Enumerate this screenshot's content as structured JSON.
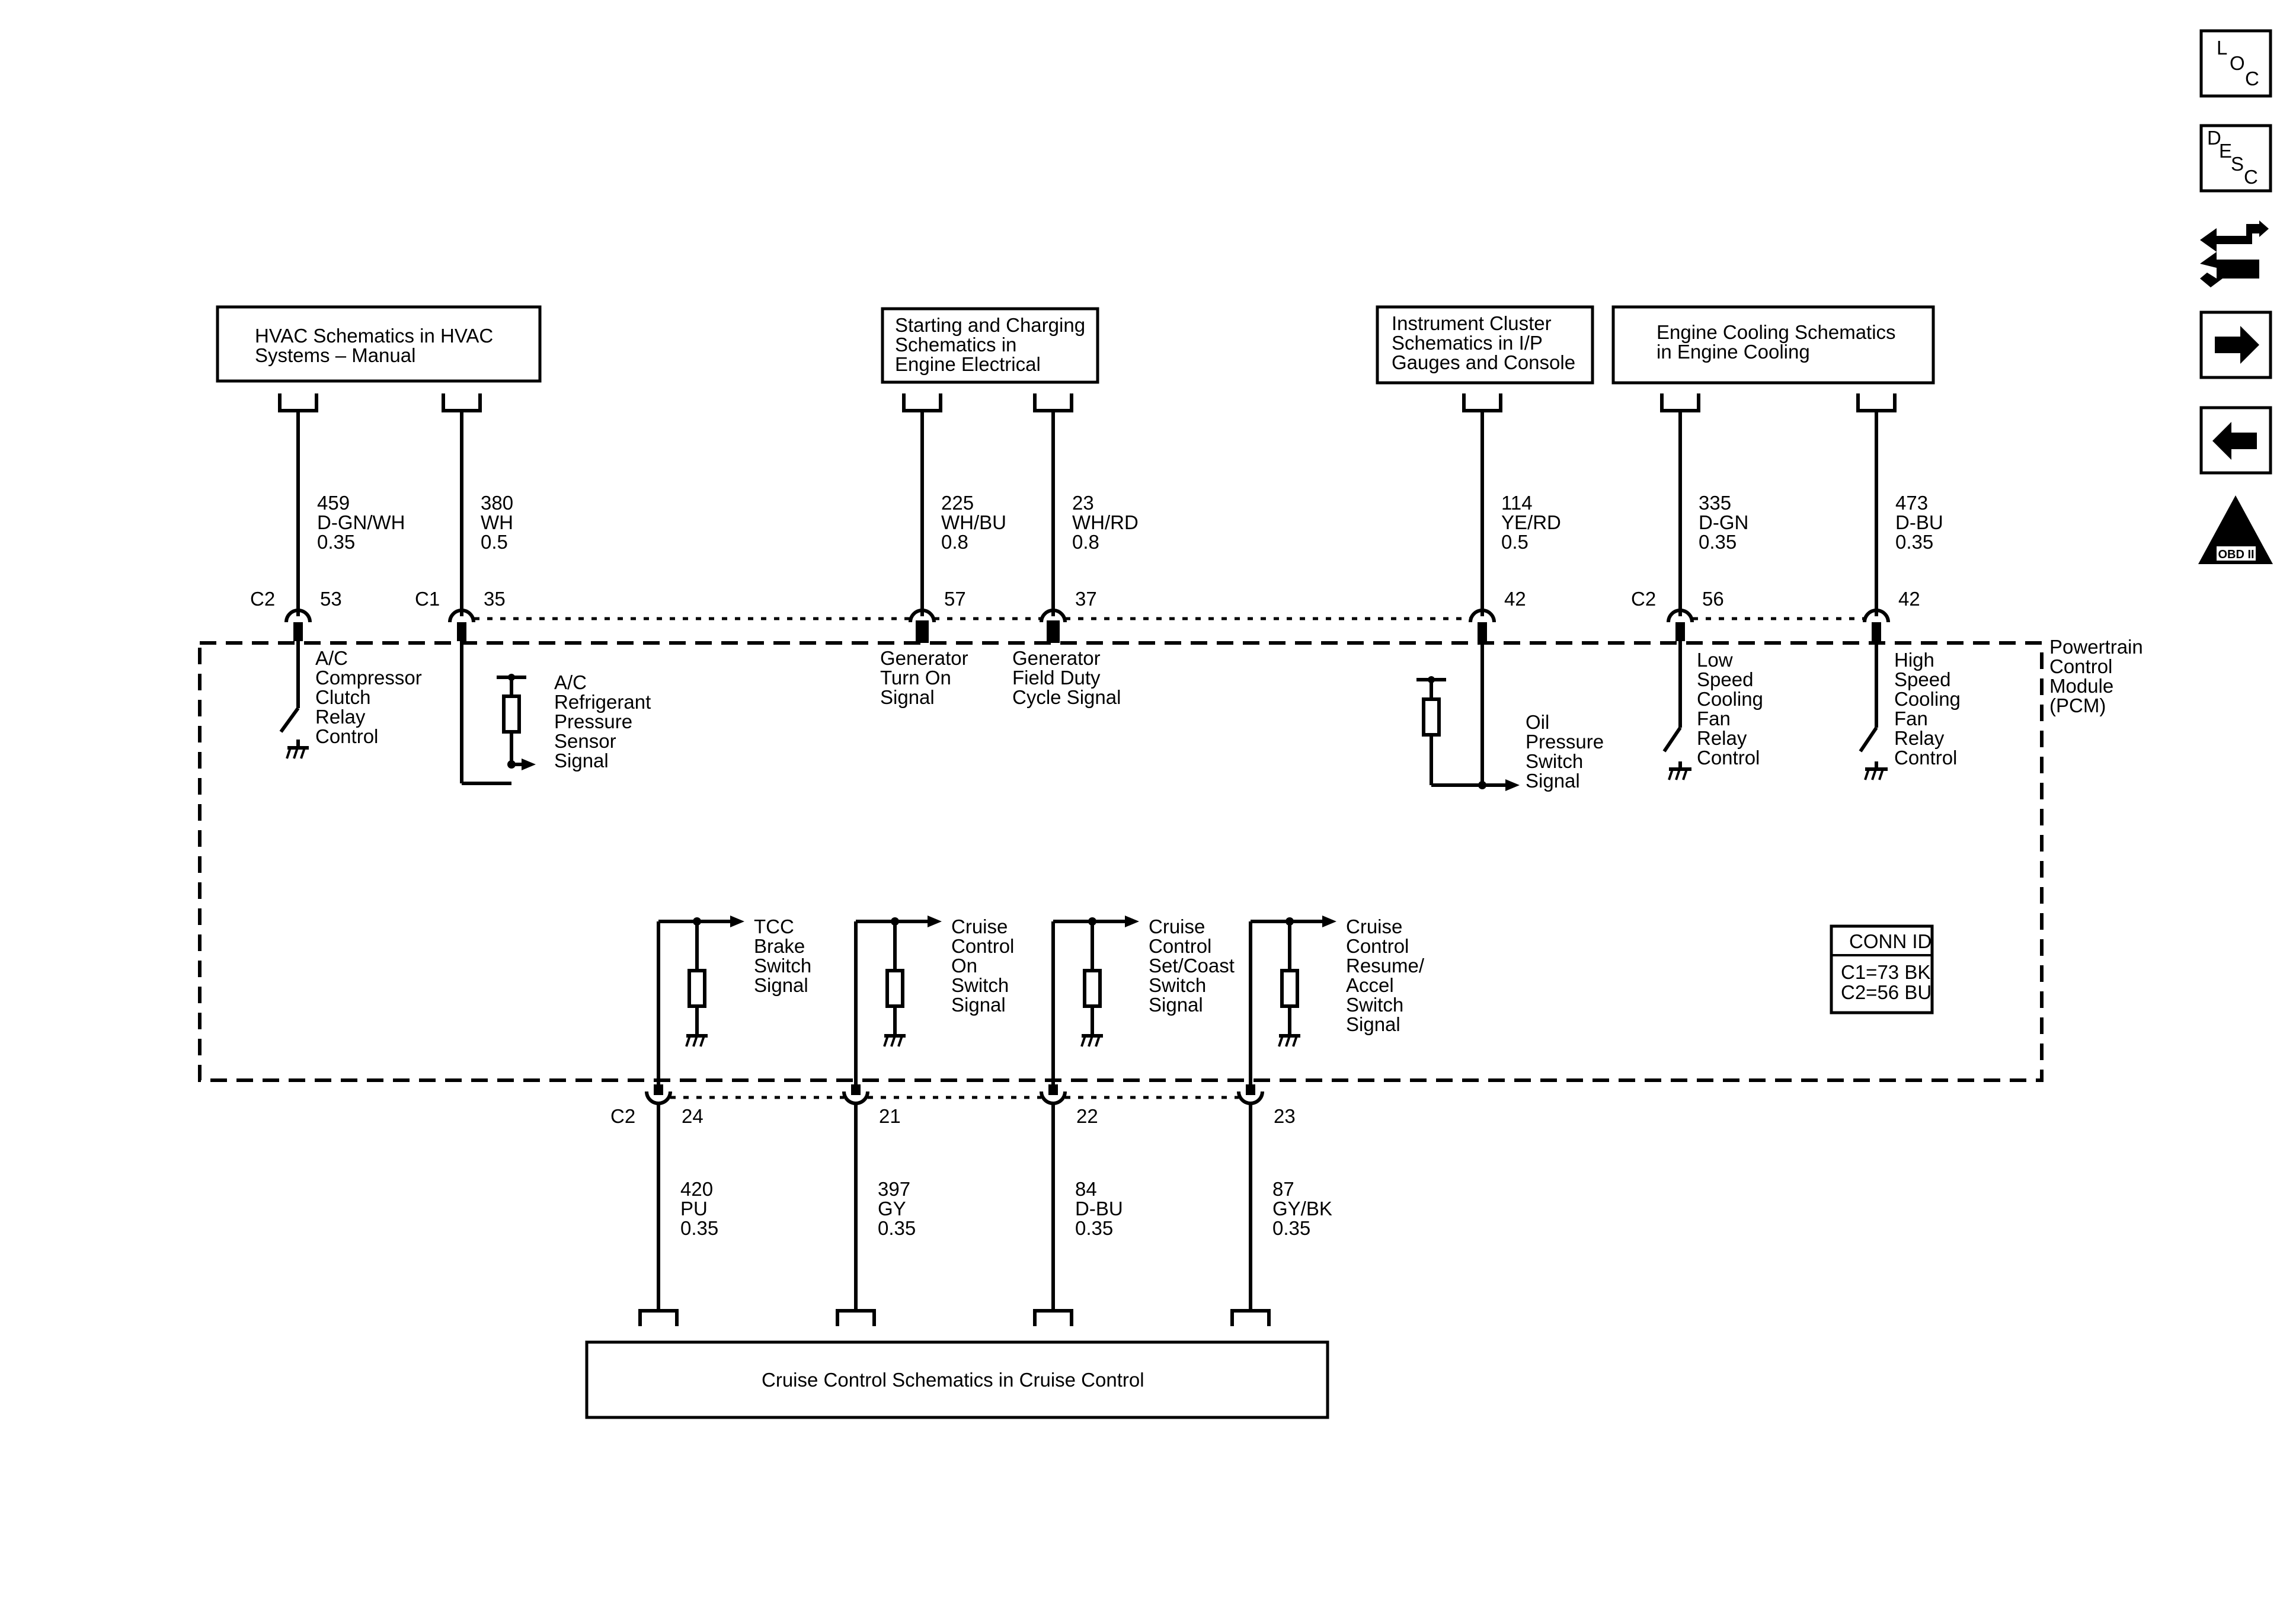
{
  "ref_boxes": {
    "hvac": [
      "HVAC Schematics in HVAC",
      "Systems – Manual"
    ],
    "charging": [
      "Starting and Charging",
      "Schematics in",
      "Engine Electrical"
    ],
    "cluster": [
      "Instrument Cluster",
      "Schematics in I/P",
      "Gauges and Console"
    ],
    "cooling": [
      "Engine Cooling Schematics",
      "in Engine Cooling"
    ],
    "cruise": [
      "Cruise Control Schematics in Cruise Control"
    ]
  },
  "wires": {
    "w459": {
      "circuit": "459",
      "color": "D-GN/WH",
      "size": "0.35",
      "connector": "C2",
      "pin": "53"
    },
    "w380": {
      "circuit": "380",
      "color": "WH",
      "size": "0.5",
      "connector": "C1",
      "pin": "35"
    },
    "w225": {
      "circuit": "225",
      "color": "WH/BU",
      "size": "0.8",
      "pin": "57"
    },
    "w23": {
      "circuit": "23",
      "color": "WH/RD",
      "size": "0.8",
      "pin": "37"
    },
    "w114": {
      "circuit": "114",
      "color": "YE/RD",
      "size": "0.5",
      "pin": "42"
    },
    "w335": {
      "circuit": "335",
      "color": "D-GN",
      "size": "0.35",
      "connector": "C2",
      "pin": "56"
    },
    "w473": {
      "circuit": "473",
      "color": "D-BU",
      "size": "0.35",
      "pin": "42"
    },
    "w420": {
      "circuit": "420",
      "color": "PU",
      "size": "0.35",
      "connector": "C2",
      "pin": "24"
    },
    "w397": {
      "circuit": "397",
      "color": "GY",
      "size": "0.35",
      "pin": "21"
    },
    "w84": {
      "circuit": "84",
      "color": "D-BU",
      "size": "0.35",
      "pin": "22"
    },
    "w87": {
      "circuit": "87",
      "color": "GY/BK",
      "size": "0.35",
      "pin": "23"
    }
  },
  "signals": {
    "ac_clutch": [
      "A/C",
      "Compressor",
      "Clutch",
      "Relay",
      "Control"
    ],
    "ac_pressure": [
      "A/C",
      "Refrigerant",
      "Pressure",
      "Sensor",
      "Signal"
    ],
    "gen_turn_on": [
      "Generator",
      "Turn On",
      "Signal"
    ],
    "gen_field": [
      "Generator",
      "Field Duty",
      "Cycle Signal"
    ],
    "oil_pressure": [
      "Oil",
      "Pressure",
      "Switch",
      "Signal"
    ],
    "low_fan": [
      "Low",
      "Speed",
      "Cooling",
      "Fan",
      "Relay",
      "Control"
    ],
    "high_fan": [
      "High",
      "Speed",
      "Cooling",
      "Fan",
      "Relay",
      "Control"
    ],
    "tcc_brake": [
      "TCC",
      "Brake",
      "Switch",
      "Signal"
    ],
    "cruise_on": [
      "Cruise",
      "Control",
      "On",
      "Switch",
      "Signal"
    ],
    "cruise_set": [
      "Cruise",
      "Control",
      "Set/Coast",
      "Switch",
      "Signal"
    ],
    "cruise_resume": [
      "Cruise",
      "Control",
      "Resume/",
      "Accel",
      "Switch",
      "Signal"
    ]
  },
  "module": {
    "name": [
      "Powertrain",
      "Control",
      "Module",
      "(PCM)"
    ]
  },
  "conn_id": {
    "title": "CONN ID",
    "rows": [
      "C1=73 BK",
      "C2=56 BU"
    ]
  },
  "nav": {
    "loc": {
      "l1": "L",
      "l2": "O",
      "l3": "C"
    },
    "desc": {
      "l1": "D",
      "l2": "E",
      "l3": "S",
      "l4": "C"
    },
    "obd": {
      "numeral": "II",
      "label": "OBD II"
    }
  }
}
